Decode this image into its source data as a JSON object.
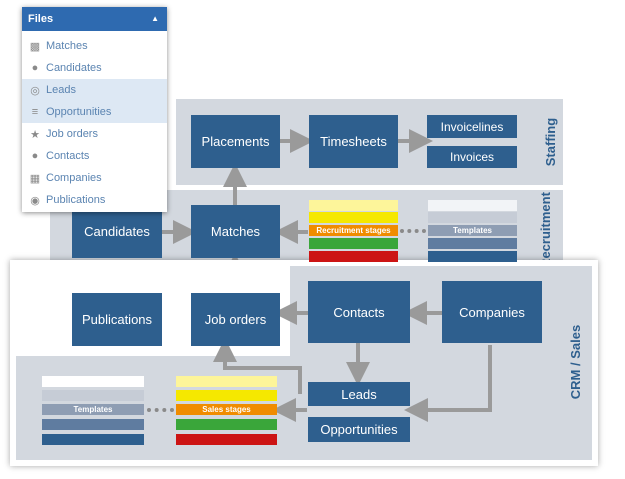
{
  "menu": {
    "title": "Files",
    "items": [
      {
        "label": "Matches",
        "icon": "matches-icon"
      },
      {
        "label": "Candidates",
        "icon": "person-icon"
      },
      {
        "label": "Leads",
        "icon": "target-icon"
      },
      {
        "label": "Opportunities",
        "icon": "list-filter-icon"
      },
      {
        "label": "Job orders",
        "icon": "star-icon"
      },
      {
        "label": "Contacts",
        "icon": "person-icon"
      },
      {
        "label": "Companies",
        "icon": "buildings-icon"
      },
      {
        "label": "Publications",
        "icon": "chat-icon"
      }
    ]
  },
  "sections": {
    "staffing": "Staffing",
    "recruitment": "Recruitment",
    "crm": "CRM / Sales"
  },
  "nodes": {
    "placements": "Placements",
    "timesheets": "Timesheets",
    "invoicelines": "Invoicelines",
    "invoices": "Invoices",
    "candidates": "Candidates",
    "matches": "Matches",
    "publications": "Publications",
    "job_orders": "Job orders",
    "contacts": "Contacts",
    "companies": "Companies",
    "leads": "Leads",
    "opportunities": "Opportunities"
  },
  "stages": {
    "recruitment": "Recruitment stages",
    "sales": "Sales stages",
    "templates": "Templates",
    "templates_crm": "Templates"
  },
  "colors": {
    "node": "#2e5f8e",
    "panel": "#d3d8df",
    "arrow": "#9a9a9a",
    "stage_yellow_light": "#fdf59a",
    "stage_yellow": "#f5e800",
    "stage_orange": "#f08c00",
    "stage_green": "#3aa63a",
    "stage_red": "#cc1414"
  }
}
